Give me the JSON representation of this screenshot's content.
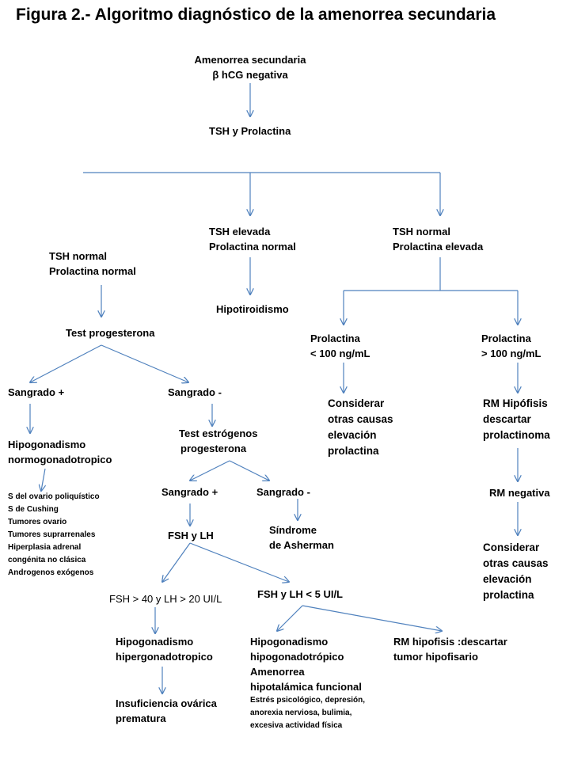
{
  "title": "Figura 2.- Algoritmo diagnóstico de la amenorrea secundaria",
  "colors": {
    "arrow": "#4F81BD",
    "text": "#000000",
    "background": "#ffffff"
  },
  "nodes": {
    "root": [
      "Amenorrea secundaria",
      "β hCG negativa"
    ],
    "tsh_prl": [
      "TSH y Prolactina"
    ],
    "tsh_normal_prl_normal": [
      "TSH normal",
      "Prolactina normal"
    ],
    "tsh_high": [
      "TSH elevada",
      "Prolactina normal"
    ],
    "prl_high": [
      "TSH normal",
      "Prolactina elevada"
    ],
    "hypothyroid": [
      "Hipotiroidismo"
    ],
    "progest_test": [
      "Test progesterona"
    ],
    "prl_low": [
      "Prolactina",
      "< 100 ng/mL"
    ],
    "prl_gt100": [
      "Prolactina",
      "> 100 ng/mL"
    ],
    "bleed_pos": [
      "Sangrado +"
    ],
    "bleed_neg": [
      "Sangrado -"
    ],
    "other_causes_1": [
      "Considerar",
      "otras causas",
      "elevación",
      "prolactina"
    ],
    "mri_pit": [
      "RM Hipófisis",
      "descartar",
      "prolactinoma"
    ],
    "normogonad": [
      "Hipogonadismo",
      "normogonadotropico"
    ],
    "estro_test": [
      "Test estrógenos",
      "progesterona"
    ],
    "mri_neg": [
      "RM negativa"
    ],
    "causes_list": [
      "S del ovario poliquístico",
      "S de Cushing",
      "Tumores ovario",
      "Tumores suprarrenales",
      "Hiperplasia adrenal",
      "congénita no clásica",
      "Androgenos exógenos"
    ],
    "bleed2_pos": [
      "Sangrado +"
    ],
    "bleed2_neg": [
      "Sangrado -"
    ],
    "other_causes_2": [
      "Considerar",
      "otras causas",
      "elevación",
      "prolactina"
    ],
    "asherman": [
      "Síndrome",
      "de Asherman"
    ],
    "fsh_lh": [
      "FSH y LH"
    ],
    "fsh_high": [
      "FSH > 40 y LH > 20 UI/L"
    ],
    "fsh_low": [
      "FSH y LH < 5 UI/L"
    ],
    "hypergonad": [
      "Hipogonadismo",
      "hipergonadotropico"
    ],
    "hypogonad": [
      "Hipogonadismo",
      "hipogonadotrópico",
      "Amenorrea",
      "hipotalámica funcional"
    ],
    "hypogonad_causes": [
      "Estrés psicológico, depresión,",
      "anorexia nerviosa, bulimia,",
      "excesiva actividad física"
    ],
    "mri_tumor": [
      "RM  hipofisis :descartar",
      "tumor hipofisario"
    ],
    "ovarian_failure": [
      "Insuficiencia ovárica",
      "prematura"
    ]
  }
}
